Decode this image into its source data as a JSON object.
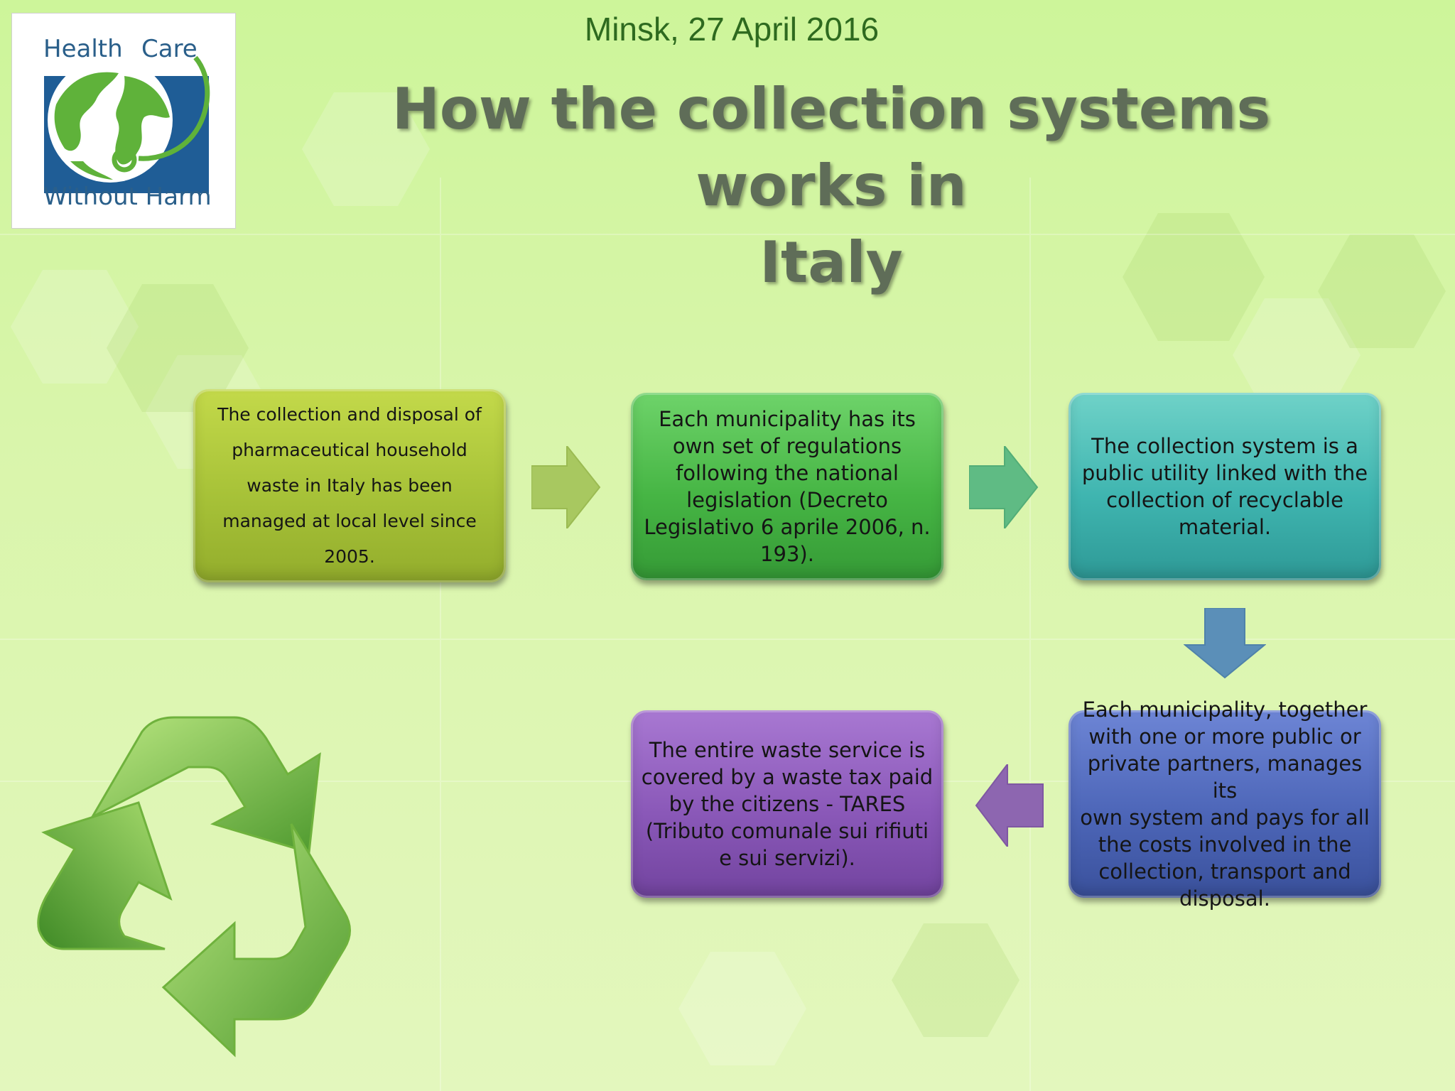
{
  "header": {
    "date": "Minsk, 27 April 2016",
    "title_line1": "How the collection systems works in",
    "title_line2": "Italy"
  },
  "logo": {
    "line1_left": "Health",
    "line1_right": "Care",
    "line2": "Without Harm"
  },
  "flow": {
    "steps": [
      {
        "lines": [
          "The collection and disposal of",
          "pharmaceutical household",
          "waste in Italy has been",
          "managed at local level since",
          "2005."
        ],
        "color": "#a7c238"
      },
      {
        "lines": [
          "Each municipality has its",
          "own set of regulations",
          "following the national",
          "legislation (Decreto",
          "Legislativo 6 aprile 2006, n.",
          "193)."
        ],
        "color": "#46b544"
      },
      {
        "lines": [
          "The collection system is a",
          "public utility linked with the",
          "collection of recyclable",
          "material."
        ],
        "color": "#3fb5b0"
      },
      {
        "lines": [
          "Each municipality, together",
          "with one or more public or",
          "private partners, manages its",
          "own system and pays for all",
          "the costs involved in the",
          "collection, transport and",
          "disposal."
        ],
        "color": "#4d66b8"
      },
      {
        "lines": [
          "The entire waste service is",
          "covered by a waste tax paid",
          "by the citizens - TARES",
          "(Tributo comunale sui rifiuti",
          "e sui servizi)."
        ],
        "color": "#8a58b8"
      }
    ]
  },
  "icons": [
    "recycle-icon",
    "globe-icon",
    "stethoscope-icon",
    "arrow-right-icon",
    "arrow-down-icon",
    "arrow-left-icon"
  ]
}
